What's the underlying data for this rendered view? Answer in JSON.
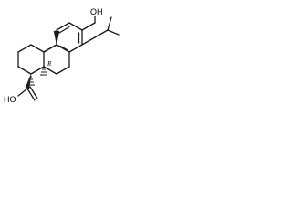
{
  "molecule": {
    "labels": {
      "hydroxyl": "OH",
      "carboxylic_acid": "HO",
      "stereo_descriptor": "R"
    }
  }
}
